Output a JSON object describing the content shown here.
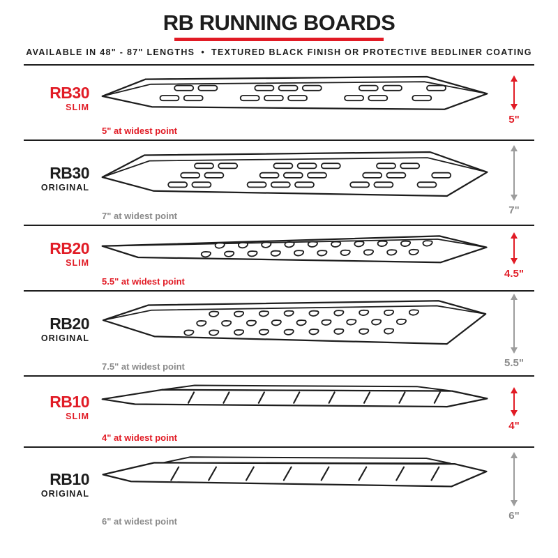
{
  "header": {
    "title": "RB RUNNING BOARDS",
    "subtitle_left": "AVAILABLE IN 48\" - 87\" LENGTHS",
    "subtitle_bullet": "•",
    "subtitle_right": "TEXTURED BLACK FINISH OR PROTECTIVE BEDLINER COATING"
  },
  "colors": {
    "accent_red": "#e11b25",
    "ink_black": "#1d1d1d",
    "muted_gray": "#8a8a8a"
  },
  "rows": [
    {
      "model": "RB30",
      "variant": "SLIM",
      "finish": "slim",
      "width_note": "5\" at widest point",
      "height_label": "5\""
    },
    {
      "model": "RB30",
      "variant": "ORIGINAL",
      "finish": "original",
      "width_note": "7\" at widest point",
      "height_label": "7\""
    },
    {
      "model": "RB20",
      "variant": "SLIM",
      "finish": "slim",
      "width_note": "5.5\" at widest point",
      "height_label": "4.5\""
    },
    {
      "model": "RB20",
      "variant": "ORIGINAL",
      "finish": "original",
      "width_note": "7.5\" at widest point",
      "height_label": "5.5\""
    },
    {
      "model": "RB10",
      "variant": "SLIM",
      "finish": "slim",
      "width_note": "4\" at widest point",
      "height_label": "4\""
    },
    {
      "model": "RB10",
      "variant": "ORIGINAL",
      "finish": "original",
      "width_note": "6\" at widest point",
      "height_label": "6\""
    }
  ]
}
